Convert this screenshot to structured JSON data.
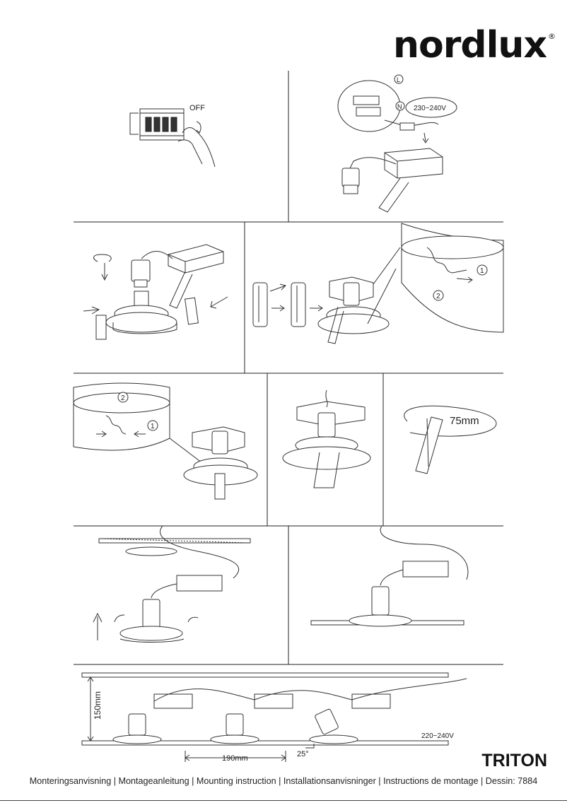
{
  "brand": {
    "name": "nordlux",
    "registered": "®"
  },
  "labels": {
    "off": "OFF",
    "live": "L",
    "neutral": "N",
    "voltage_top": "230~240V",
    "step1": "1",
    "step2": "2",
    "cutout": "75mm",
    "height": "150mm",
    "spacing": "190mm",
    "angle": "25°",
    "voltage_bottom": "220~240V"
  },
  "product_name": "TRITON",
  "footer_text": "Monteringsanvisning | Montageanleitung | Mounting instruction | Installationsanvisninger | Instructions de montage | Dessin: 7884"
}
